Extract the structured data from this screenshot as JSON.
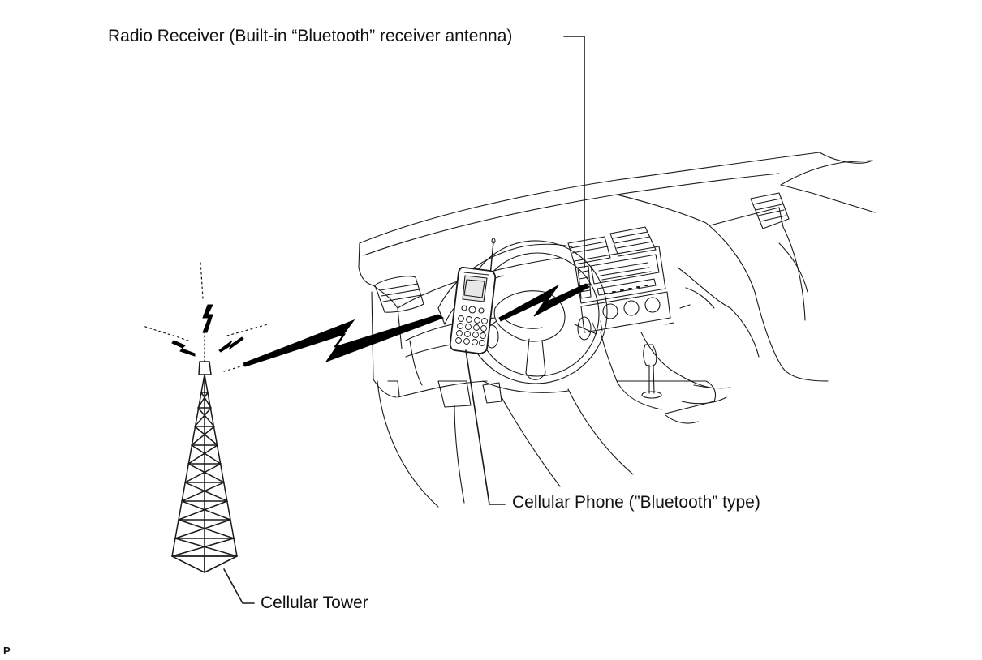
{
  "labels": {
    "radio_receiver": "Radio Receiver (Built-in “Bluetooth” receiver antenna)",
    "cellular_phone": "Cellular Phone (”Bluetooth” type)",
    "cellular_tower": "Cellular Tower",
    "figure_code": "P"
  },
  "colors": {
    "line": "#1a1a1a",
    "fill_dark": "#000000",
    "background": "#ffffff"
  }
}
